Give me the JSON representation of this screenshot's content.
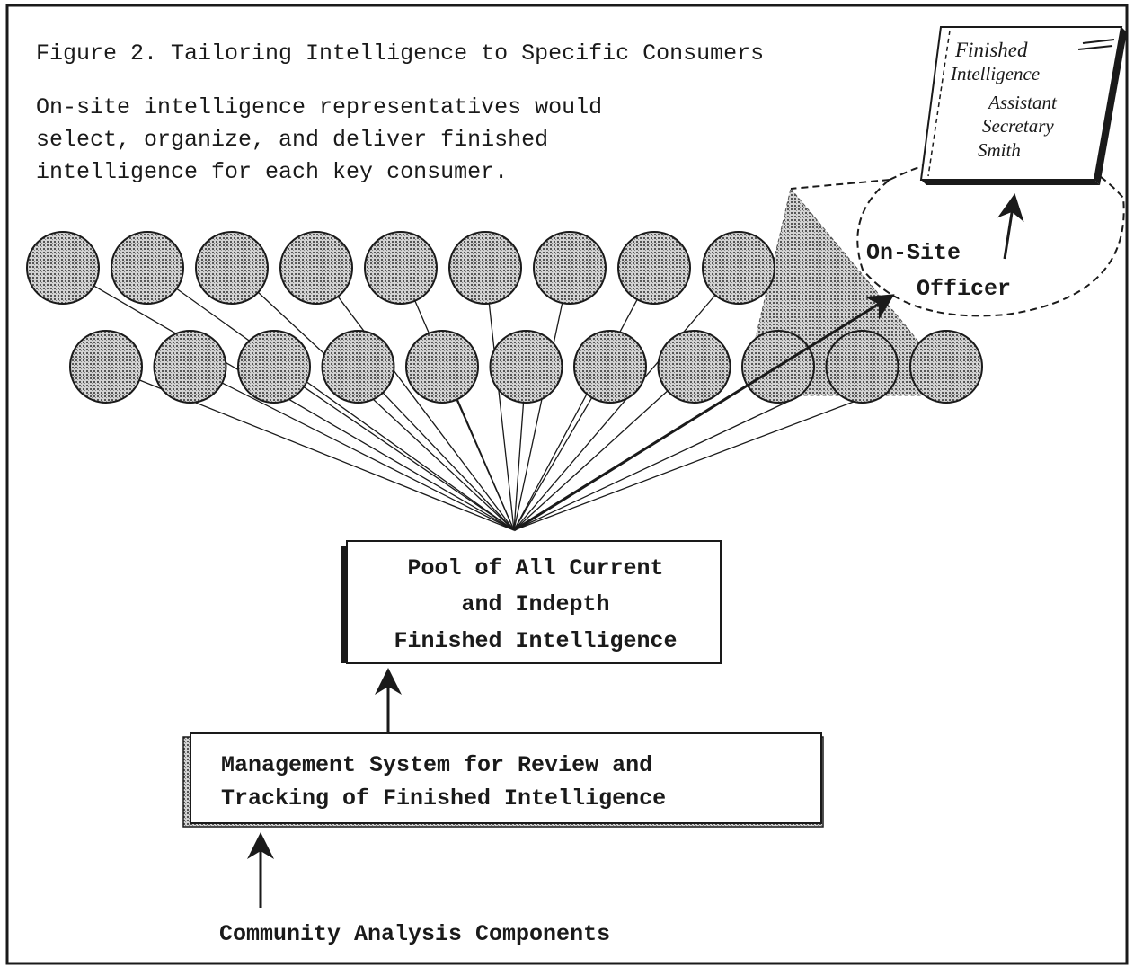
{
  "figure": {
    "title": "Figure 2.  Tailoring Intelligence to Specific Consumers",
    "caption_lines": [
      "On-site intelligence representatives would",
      "select, organize, and deliver finished",
      "intelligence for each key consumer."
    ]
  },
  "report": {
    "lines": [
      "Finished",
      "Intelligence",
      "Assistant",
      "Secretary",
      "Smith"
    ]
  },
  "officer": {
    "lines": [
      "On-Site",
      "Officer"
    ]
  },
  "pool_box": {
    "lines": [
      "Pool of All Current",
      "and Indepth",
      "Finished Intelligence"
    ]
  },
  "management_box": {
    "lines": [
      "Management System for Review and",
      "Tracking of Finished Intelligence"
    ]
  },
  "source_label": "Community Analysis Components",
  "consumers": {
    "upper_row_count": 9,
    "lower_row_count": 11
  },
  "colors": {
    "ink": "#1a1a1a",
    "consumer_fill": "#b5b5b5",
    "paper": "#ffffff"
  },
  "icons": {
    "consumer": "consumer-circle",
    "flow": "arrow-up-icon",
    "delivery": "arrow-diagonal-icon"
  }
}
